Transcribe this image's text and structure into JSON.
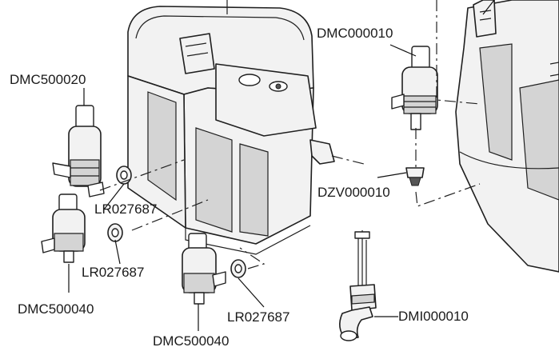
{
  "labels": {
    "dmc000010": "DMC000010",
    "dmc500020": "DMC500020",
    "lr027687_a": "LR027687",
    "lr027687_b": "LR027687",
    "lr027687_c": "LR027687",
    "dzv000010": "DZV000010",
    "dmc500040_a": "DMC500040",
    "dmc500040_b": "DMC500040",
    "dmi000010": "DMI000010"
  }
}
